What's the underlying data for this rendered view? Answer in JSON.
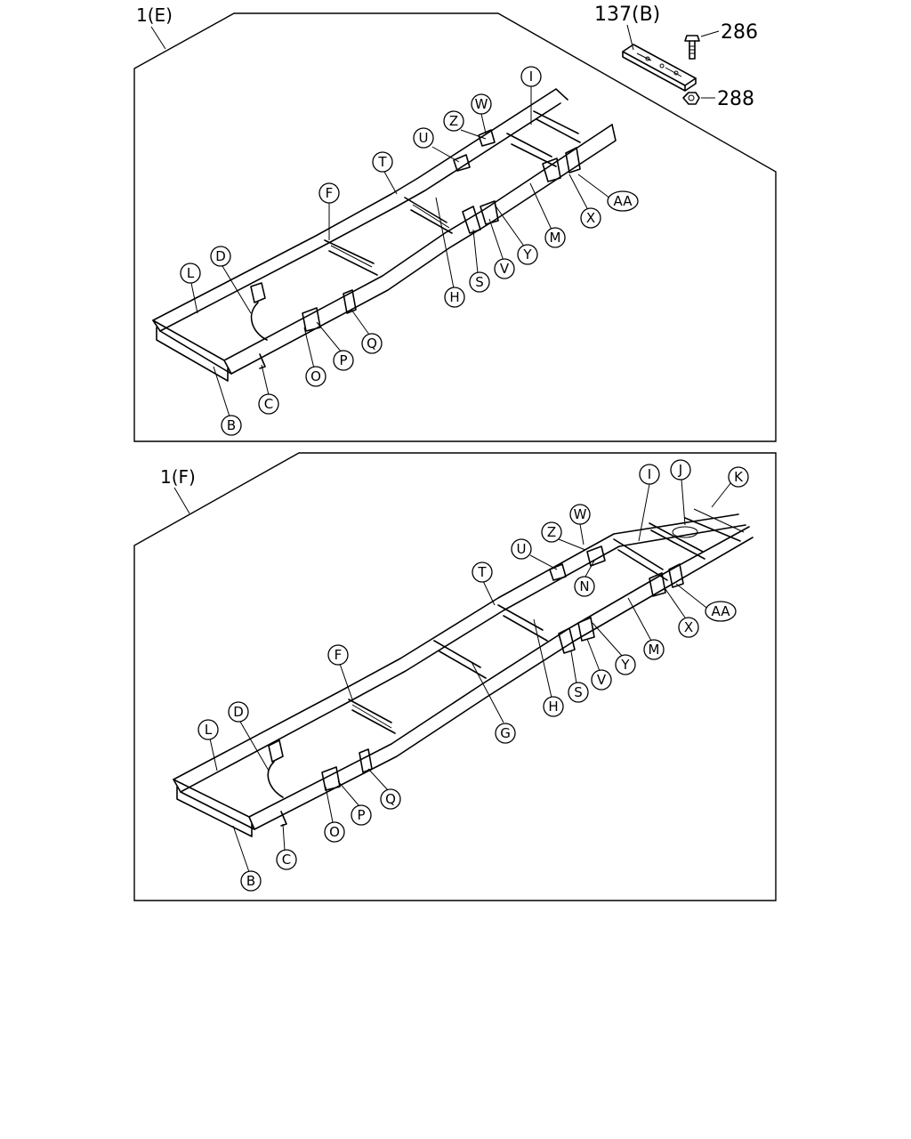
{
  "panels": [
    {
      "title": "1(E)",
      "callouts": [
        "L",
        "D",
        "F",
        "T",
        "U",
        "Z",
        "W",
        "I",
        "AA",
        "X",
        "M",
        "Y",
        "V",
        "S",
        "H",
        "Q",
        "P",
        "O",
        "C",
        "B"
      ]
    },
    {
      "title": "1(F)",
      "callouts": [
        "L",
        "D",
        "F",
        "T",
        "U",
        "Z",
        "W",
        "I",
        "J",
        "K",
        "N",
        "AA",
        "X",
        "M",
        "Y",
        "V",
        "S",
        "H",
        "G",
        "Q",
        "P",
        "O",
        "C",
        "B"
      ]
    }
  ],
  "kit": {
    "plate_label": "137(B)",
    "bolt_label": "286",
    "nut_label": "288"
  }
}
